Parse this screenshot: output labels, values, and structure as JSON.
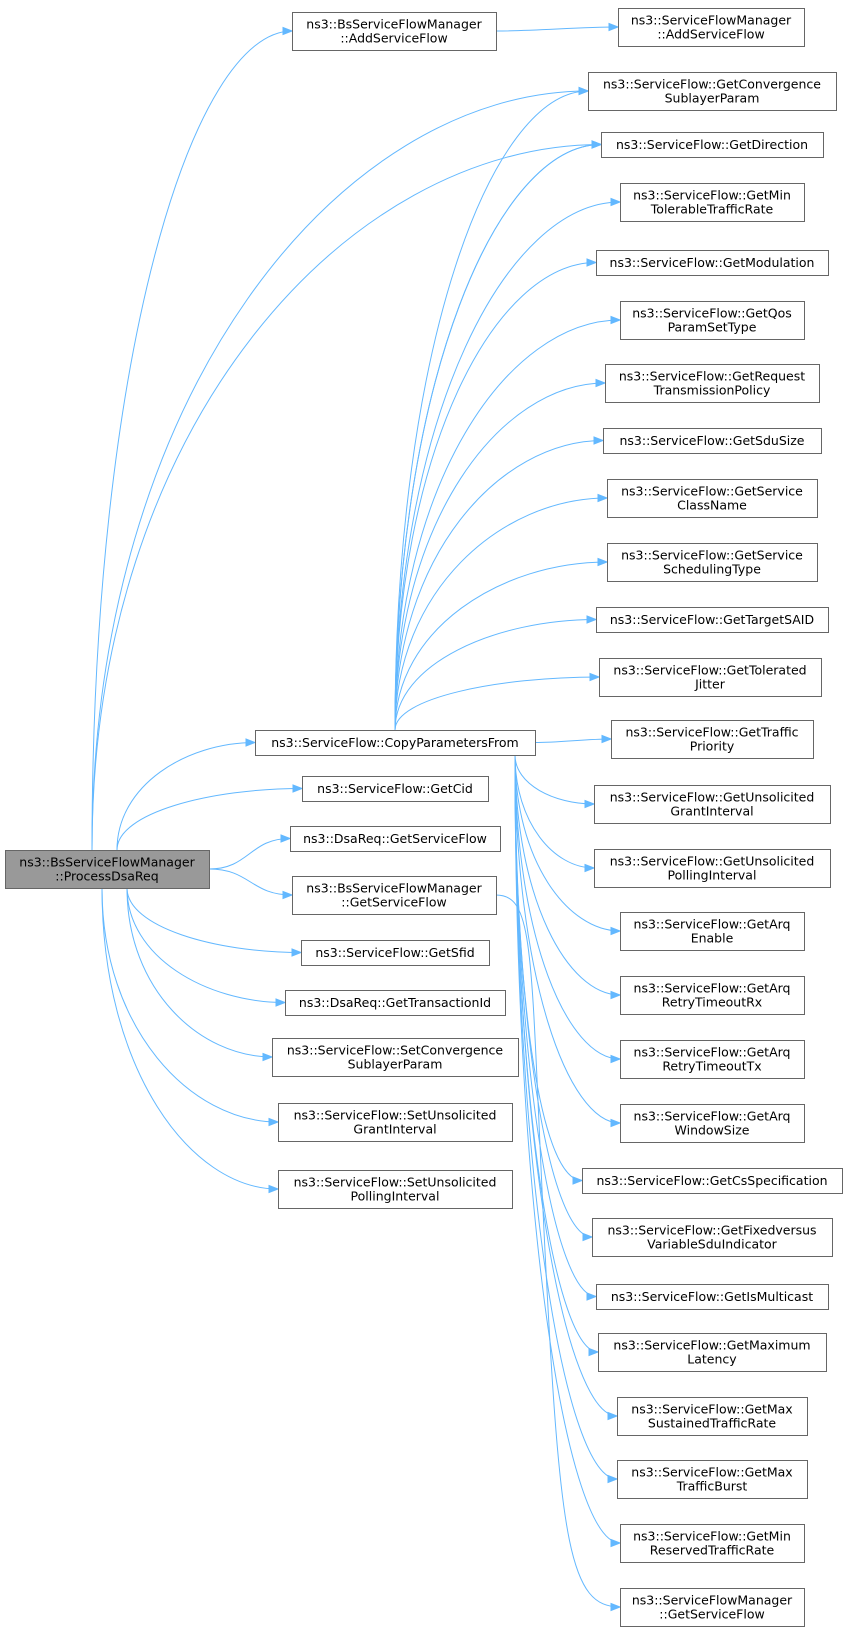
{
  "graph": {
    "root": {
      "id": "process_dsa_req",
      "lines": [
        "ns3::BsServiceFlowManager",
        "::ProcessDsaReq"
      ]
    },
    "nodes": [
      {
        "id": "bs_add_service_flow",
        "lines": [
          "ns3::BsServiceFlowManager",
          "::AddServiceFlow"
        ]
      },
      {
        "id": "sfm_add_service_flow",
        "lines": [
          "ns3::ServiceFlowManager",
          "::AddServiceFlow"
        ]
      },
      {
        "id": "get_convergence_sublayer_param",
        "lines": [
          "ns3::ServiceFlow::GetConvergence",
          "SublayerParam"
        ]
      },
      {
        "id": "get_direction",
        "lines": [
          "ns3::ServiceFlow::GetDirection"
        ]
      },
      {
        "id": "get_min_tolerable_traffic_rate",
        "lines": [
          "ns3::ServiceFlow::GetMin",
          "TolerableTrafficRate"
        ]
      },
      {
        "id": "get_modulation",
        "lines": [
          "ns3::ServiceFlow::GetModulation"
        ]
      },
      {
        "id": "get_qos_param_set_type",
        "lines": [
          "ns3::ServiceFlow::GetQos",
          "ParamSetType"
        ]
      },
      {
        "id": "get_request_transmission_policy",
        "lines": [
          "ns3::ServiceFlow::GetRequest",
          "TransmissionPolicy"
        ]
      },
      {
        "id": "get_sdu_size",
        "lines": [
          "ns3::ServiceFlow::GetSduSize"
        ]
      },
      {
        "id": "get_service_class_name",
        "lines": [
          "ns3::ServiceFlow::GetService",
          "ClassName"
        ]
      },
      {
        "id": "get_service_scheduling_type",
        "lines": [
          "ns3::ServiceFlow::GetService",
          "SchedulingType"
        ]
      },
      {
        "id": "get_target_said",
        "lines": [
          "ns3::ServiceFlow::GetTargetSAID"
        ]
      },
      {
        "id": "get_tolerated_jitter",
        "lines": [
          "ns3::ServiceFlow::GetTolerated",
          "Jitter"
        ]
      },
      {
        "id": "copy_parameters_from",
        "lines": [
          "ns3::ServiceFlow::CopyParametersFrom"
        ]
      },
      {
        "id": "get_traffic_priority",
        "lines": [
          "ns3::ServiceFlow::GetTraffic",
          "Priority"
        ]
      },
      {
        "id": "get_unsolicited_grant_interval",
        "lines": [
          "ns3::ServiceFlow::GetUnsolicited",
          "GrantInterval"
        ]
      },
      {
        "id": "get_cid",
        "lines": [
          "ns3::ServiceFlow::GetCid"
        ]
      },
      {
        "id": "dsareq_get_service_flow",
        "lines": [
          "ns3::DsaReq::GetServiceFlow"
        ]
      },
      {
        "id": "get_unsolicited_polling_interval",
        "lines": [
          "ns3::ServiceFlow::GetUnsolicited",
          "PollingInterval"
        ]
      },
      {
        "id": "bs_get_service_flow",
        "lines": [
          "ns3::BsServiceFlowManager",
          "::GetServiceFlow"
        ]
      },
      {
        "id": "get_arq_enable",
        "lines": [
          "ns3::ServiceFlow::GetArq",
          "Enable"
        ]
      },
      {
        "id": "get_sfid",
        "lines": [
          "ns3::ServiceFlow::GetSfid"
        ]
      },
      {
        "id": "dsareq_get_transaction_id",
        "lines": [
          "ns3::DsaReq::GetTransactionId"
        ]
      },
      {
        "id": "get_arq_retry_timeout_rx",
        "lines": [
          "ns3::ServiceFlow::GetArq",
          "RetryTimeoutRx"
        ]
      },
      {
        "id": "set_convergence_sublayer_param",
        "lines": [
          "ns3::ServiceFlow::SetConvergence",
          "SublayerParam"
        ]
      },
      {
        "id": "get_arq_retry_timeout_tx",
        "lines": [
          "ns3::ServiceFlow::GetArq",
          "RetryTimeoutTx"
        ]
      },
      {
        "id": "set_unsolicited_grant_interval",
        "lines": [
          "ns3::ServiceFlow::SetUnsolicited",
          "GrantInterval"
        ]
      },
      {
        "id": "get_arq_window_size",
        "lines": [
          "ns3::ServiceFlow::GetArq",
          "WindowSize"
        ]
      },
      {
        "id": "set_unsolicited_polling_interval",
        "lines": [
          "ns3::ServiceFlow::SetUnsolicited",
          "PollingInterval"
        ]
      },
      {
        "id": "get_cs_specification",
        "lines": [
          "ns3::ServiceFlow::GetCsSpecification"
        ]
      },
      {
        "id": "get_fixed_versus_variable_sdu_indicator",
        "lines": [
          "ns3::ServiceFlow::GetFixedversus",
          "VariableSduIndicator"
        ]
      },
      {
        "id": "get_is_multicast",
        "lines": [
          "ns3::ServiceFlow::GetIsMulticast"
        ]
      },
      {
        "id": "get_maximum_latency",
        "lines": [
          "ns3::ServiceFlow::GetMaximum",
          "Latency"
        ]
      },
      {
        "id": "get_max_sustained_traffic_rate",
        "lines": [
          "ns3::ServiceFlow::GetMax",
          "SustainedTrafficRate"
        ]
      },
      {
        "id": "get_max_traffic_burst",
        "lines": [
          "ns3::ServiceFlow::GetMax",
          "TrafficBurst"
        ]
      },
      {
        "id": "get_min_reserved_traffic_rate",
        "lines": [
          "ns3::ServiceFlow::GetMin",
          "ReservedTrafficRate"
        ]
      },
      {
        "id": "sfm_get_service_flow",
        "lines": [
          "ns3::ServiceFlowManager",
          "::GetServiceFlow"
        ]
      }
    ],
    "edges": [
      [
        "process_dsa_req",
        "bs_add_service_flow"
      ],
      [
        "process_dsa_req",
        "get_convergence_sublayer_param"
      ],
      [
        "process_dsa_req",
        "get_direction"
      ],
      [
        "process_dsa_req",
        "copy_parameters_from"
      ],
      [
        "process_dsa_req",
        "get_cid"
      ],
      [
        "process_dsa_req",
        "dsareq_get_service_flow"
      ],
      [
        "process_dsa_req",
        "bs_get_service_flow"
      ],
      [
        "process_dsa_req",
        "get_sfid"
      ],
      [
        "process_dsa_req",
        "dsareq_get_transaction_id"
      ],
      [
        "process_dsa_req",
        "set_convergence_sublayer_param"
      ],
      [
        "process_dsa_req",
        "set_unsolicited_grant_interval"
      ],
      [
        "process_dsa_req",
        "set_unsolicited_polling_interval"
      ],
      [
        "bs_add_service_flow",
        "sfm_add_service_flow"
      ],
      [
        "bs_get_service_flow",
        "sfm_get_service_flow"
      ],
      [
        "copy_parameters_from",
        "get_convergence_sublayer_param"
      ],
      [
        "copy_parameters_from",
        "get_direction"
      ],
      [
        "copy_parameters_from",
        "get_min_tolerable_traffic_rate"
      ],
      [
        "copy_parameters_from",
        "get_modulation"
      ],
      [
        "copy_parameters_from",
        "get_qos_param_set_type"
      ],
      [
        "copy_parameters_from",
        "get_request_transmission_policy"
      ],
      [
        "copy_parameters_from",
        "get_sdu_size"
      ],
      [
        "copy_parameters_from",
        "get_service_class_name"
      ],
      [
        "copy_parameters_from",
        "get_service_scheduling_type"
      ],
      [
        "copy_parameters_from",
        "get_target_said"
      ],
      [
        "copy_parameters_from",
        "get_tolerated_jitter"
      ],
      [
        "copy_parameters_from",
        "get_traffic_priority"
      ],
      [
        "copy_parameters_from",
        "get_unsolicited_grant_interval"
      ],
      [
        "copy_parameters_from",
        "get_unsolicited_polling_interval"
      ],
      [
        "copy_parameters_from",
        "get_arq_enable"
      ],
      [
        "copy_parameters_from",
        "get_arq_retry_timeout_rx"
      ],
      [
        "copy_parameters_from",
        "get_arq_retry_timeout_tx"
      ],
      [
        "copy_parameters_from",
        "get_arq_window_size"
      ],
      [
        "copy_parameters_from",
        "get_cs_specification"
      ],
      [
        "copy_parameters_from",
        "get_fixed_versus_variable_sdu_indicator"
      ],
      [
        "copy_parameters_from",
        "get_is_multicast"
      ],
      [
        "copy_parameters_from",
        "get_maximum_latency"
      ],
      [
        "copy_parameters_from",
        "get_max_sustained_traffic_rate"
      ],
      [
        "copy_parameters_from",
        "get_max_traffic_burst"
      ],
      [
        "copy_parameters_from",
        "get_min_reserved_traffic_rate"
      ],
      [
        "copy_parameters_from",
        "get_direction"
      ]
    ],
    "colors": {
      "edge": "#63b8ff",
      "node_border": "#666666",
      "root_fill": "#999999",
      "node_fill": "#ffffff"
    }
  }
}
